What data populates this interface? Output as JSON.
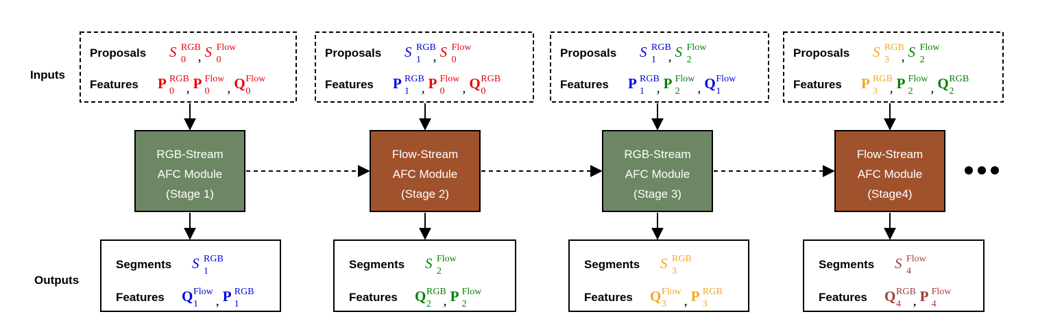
{
  "rows": {
    "inputs": "Inputs",
    "outputs": "Outputs"
  },
  "labels": {
    "proposals": "Proposals",
    "features": "Features",
    "segments": "Segments"
  },
  "colors": {
    "rgb_module": "#6d8764",
    "flow_module": "#a0522d",
    "red": "#e8000b",
    "blue": "#0000e0",
    "green": "#008000",
    "orange": "#f5a623",
    "brown": "#a33a3a"
  },
  "stages": [
    {
      "module": {
        "line1": "RGB-Stream",
        "line2": "AFC  Module",
        "line3": "(Stage 1)",
        "kind": "rgb"
      },
      "inputs": {
        "proposals": [
          {
            "sym": "S",
            "style": "script",
            "sub": "0",
            "sup": "RGB",
            "color": "red"
          },
          {
            "sym": "S",
            "style": "script",
            "sub": "0",
            "sup": "Flow",
            "color": "red"
          }
        ],
        "features": [
          {
            "sym": "P",
            "style": "bold",
            "sub": "0",
            "sup": "RGB",
            "color": "red"
          },
          {
            "sym": "P",
            "style": "bold",
            "sub": "0",
            "sup": "Flow",
            "color": "red"
          },
          {
            "sym": "Q",
            "style": "bold",
            "sub": "0",
            "sup": "Flow",
            "color": "red"
          }
        ]
      },
      "outputs": {
        "segments": [
          {
            "sym": "S",
            "style": "script",
            "sub": "1",
            "sup": "RGB",
            "color": "blue"
          }
        ],
        "features": [
          {
            "sym": "Q",
            "style": "bold",
            "sub": "1",
            "sup": "Flow",
            "color": "blue"
          },
          {
            "sym": "P",
            "style": "bold",
            "sub": "1",
            "sup": "RGB",
            "color": "blue"
          }
        ]
      }
    },
    {
      "module": {
        "line1": "Flow-Stream",
        "line2": "AFC Module",
        "line3": "(Stage 2)",
        "kind": "flow"
      },
      "inputs": {
        "proposals": [
          {
            "sym": "S",
            "style": "script",
            "sub": "1",
            "sup": "RGB",
            "color": "blue"
          },
          {
            "sym": "S",
            "style": "script",
            "sub": "0",
            "sup": "Flow",
            "color": "red"
          }
        ],
        "features": [
          {
            "sym": "P",
            "style": "bold",
            "sub": "1",
            "sup": "RGB",
            "color": "blue"
          },
          {
            "sym": "P",
            "style": "bold",
            "sub": "0",
            "sup": "Flow",
            "color": "red"
          },
          {
            "sym": "Q",
            "style": "bold",
            "sub": "0",
            "sup": "RGB",
            "color": "red"
          }
        ]
      },
      "outputs": {
        "segments": [
          {
            "sym": "S",
            "style": "script",
            "sub": "2",
            "sup": "Flow",
            "color": "green"
          }
        ],
        "features": [
          {
            "sym": "Q",
            "style": "bold",
            "sub": "2",
            "sup": "RGB",
            "color": "green"
          },
          {
            "sym": "P",
            "style": "bold",
            "sub": "2",
            "sup": "Flow",
            "color": "green"
          }
        ]
      }
    },
    {
      "module": {
        "line1": "RGB-Stream",
        "line2": "AFC Module",
        "line3": "(Stage 3)",
        "kind": "rgb"
      },
      "inputs": {
        "proposals": [
          {
            "sym": "S",
            "style": "script",
            "sub": "1",
            "sup": "RGB",
            "color": "blue"
          },
          {
            "sym": "S",
            "style": "script",
            "sub": "2",
            "sup": "Flow",
            "color": "green"
          }
        ],
        "features": [
          {
            "sym": "P",
            "style": "bold",
            "sub": "1",
            "sup": "RGB",
            "color": "blue"
          },
          {
            "sym": "P",
            "style": "bold",
            "sub": "2",
            "sup": "Flow",
            "color": "green"
          },
          {
            "sym": "Q",
            "style": "bold",
            "sub": "1",
            "sup": "Flow",
            "color": "blue"
          }
        ]
      },
      "outputs": {
        "segments": [
          {
            "sym": "S",
            "style": "script",
            "sub": "3",
            "sup": "RGB",
            "color": "orange"
          }
        ],
        "features": [
          {
            "sym": "Q",
            "style": "bold",
            "sub": "3",
            "sup": "Flow",
            "color": "orange"
          },
          {
            "sym": "P",
            "style": "bold",
            "sub": "3",
            "sup": "RGB",
            "color": "orange"
          }
        ]
      }
    },
    {
      "module": {
        "line1": "Flow-Stream",
        "line2": "AFC Module",
        "line3": "(Stage4)",
        "kind": "flow"
      },
      "inputs": {
        "proposals": [
          {
            "sym": "S",
            "style": "script",
            "sub": "3",
            "sup": "RGB",
            "color": "orange"
          },
          {
            "sym": "S",
            "style": "script",
            "sub": "2",
            "sup": "Flow",
            "color": "green"
          }
        ],
        "features": [
          {
            "sym": "P",
            "style": "bold",
            "sub": "3",
            "sup": "RGB",
            "color": "orange"
          },
          {
            "sym": "P",
            "style": "bold",
            "sub": "2",
            "sup": "Flow",
            "color": "green"
          },
          {
            "sym": "Q",
            "style": "bold",
            "sub": "2",
            "sup": "RGB",
            "color": "green"
          }
        ]
      },
      "outputs": {
        "segments": [
          {
            "sym": "S",
            "style": "script",
            "sub": "4",
            "sup": "Flow",
            "color": "brown"
          }
        ],
        "features": [
          {
            "sym": "Q",
            "style": "bold",
            "sub": "4",
            "sup": "RGB",
            "color": "brown"
          },
          {
            "sym": "P",
            "style": "bold",
            "sub": "4",
            "sup": "Flow",
            "color": "brown"
          }
        ]
      }
    }
  ],
  "continuation": "ellipsis"
}
